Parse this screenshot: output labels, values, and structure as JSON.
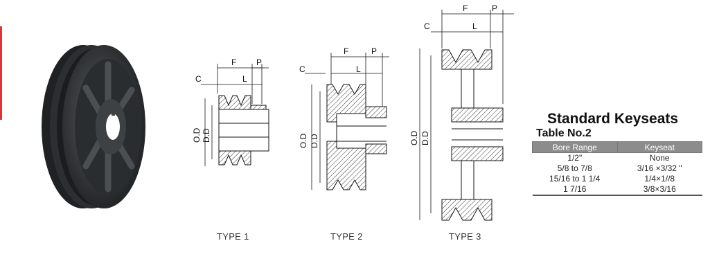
{
  "diagram": {
    "dimension_labels": {
      "f": "F",
      "p": "P",
      "c": "C",
      "l": "L",
      "od": "O.D",
      "dd": "D.D"
    },
    "types": [
      "TYPE 1",
      "TYPE 2",
      "TYPE 3"
    ]
  },
  "keyseats": {
    "title": "Standard Keyseats",
    "table_title": "Table No.2",
    "columns": [
      "Bore Range",
      "Keyseat"
    ],
    "rows": [
      {
        "bore": "1/2\"",
        "keyseat": "None"
      },
      {
        "bore": "5/8 to 7/8",
        "keyseat": "3/16 ×3/32 \""
      },
      {
        "bore": "15/16 to 1 1/4",
        "keyseat": "1/4×1//8"
      },
      {
        "bore": "1 7/16",
        "keyseat": "3/8×3/16"
      }
    ]
  },
  "colors": {
    "accent": "#d23a3a",
    "pulley": "#2f3234",
    "table_header": "#8c8c8c"
  }
}
